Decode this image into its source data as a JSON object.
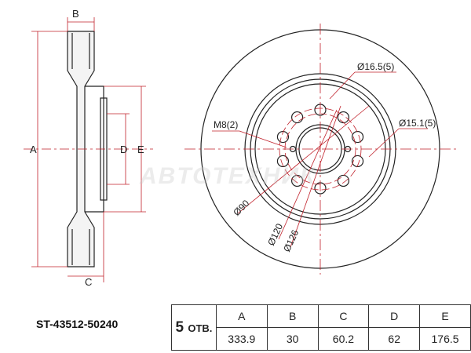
{
  "part_number": "ST-43512-50240",
  "watermark": "ABTOTEXНИК",
  "side_view_labels": {
    "A": "A",
    "B": "B",
    "C": "C",
    "D": "D",
    "E": "E"
  },
  "front_view_labels": {
    "m8": "M8(2)",
    "d16_5": "Ø16.5(5)",
    "d15_1": "Ø15.1(5)",
    "d90": "Ø90",
    "d120": "Ø120",
    "d126": "Ø126"
  },
  "table": {
    "holes_count": "5",
    "holes_suffix": "ОТВ.",
    "headers": [
      "A",
      "B",
      "C",
      "D",
      "E"
    ],
    "values": [
      "333.9",
      "30",
      "60.2",
      "62",
      "176.5"
    ]
  },
  "colors": {
    "line": "#222222",
    "dimension": "#c0202a"
  }
}
